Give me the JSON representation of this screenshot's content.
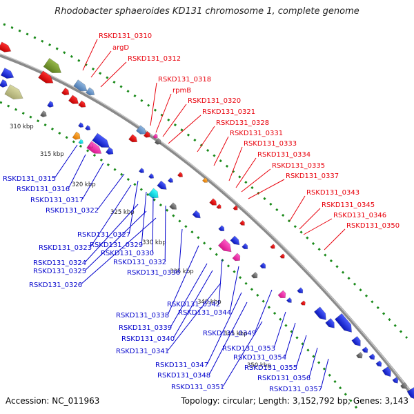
{
  "title": "Rhodobacter sphaeroides KD131 chromosome 1, complete genome",
  "footer": {
    "accession": "Accession: NC_011963",
    "summary": "Topology: circular; Length: 3,152,792 bp; Genes: 3,143"
  },
  "colors": {
    "backbone": "#8a8a8a",
    "forward_label": "#e8000b",
    "reverse_label": "#0000cc",
    "tick_dots": "#1a8a1a"
  },
  "ruler_labels": [
    "310 kbp",
    "315 kbp",
    "320 kbp",
    "325 kbp",
    "330 kbp",
    "335 kbp",
    "340 kbp",
    "345 kbp",
    "350 kbp"
  ],
  "forward_labels": [
    "RSKD131_0310",
    "argD",
    "RSKD131_0312",
    "RSKD131_0318",
    "rpmB",
    "RSKD131_0320",
    "RSKD131_0321",
    "RSKD131_0328",
    "RSKD131_0331",
    "RSKD131_0333",
    "RSKD131_0334",
    "RSKD131_0335",
    "RSKD131_0337",
    "RSKD131_0343",
    "RSKD131_0345",
    "RSKD131_0346",
    "RSKD131_0350"
  ],
  "reverse_labels": [
    "RSKD131_0315",
    "RSKD131_0316",
    "RSKD131_0317",
    "RSKD131_0322",
    "RSKD131_0327",
    "RSKD131_0323",
    "RSKD131_0329",
    "RSKD131_0330",
    "RSKD131_0324",
    "RSKD131_0332",
    "RSKD131_0325",
    "RSKD131_0326",
    "RSKD131_0336",
    "RSKD131_0342",
    "RSKD131_0338",
    "RSKD131_0344",
    "RSKD131_0339",
    "RSKD131_0340",
    "RSKD131_0349",
    "RSKD131_0341",
    "RSKD131_0353",
    "RSKD131_0354",
    "RSKD131_0347",
    "RSKD131_0355",
    "RSKD131_0348",
    "RSKD131_0356",
    "RSKD131_0351",
    "RSKD131_0357"
  ]
}
